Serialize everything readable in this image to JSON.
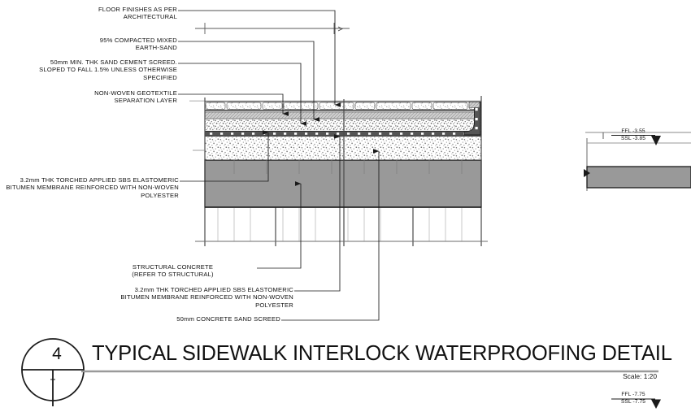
{
  "drawing": {
    "title": "TYPICAL SIDEWALK INTERLOCK WATERPROOFING DETAIL",
    "detail_number": "4",
    "scale": "Scale: 1:20"
  },
  "annotations_top_left": [
    {
      "id": "floor-finishes",
      "text": "FLOOR FINISHES AS PER\nARCHITECTURAL"
    },
    {
      "id": "compacted-fill",
      "text": "95% COMPACTED MIXED\nEARTH-SAND"
    },
    {
      "id": "sand-cement-screed",
      "text": "50mm MIN. THK SAND CEMENT SCREED.\nSLOPED TO FALL 1.5% UNLESS OTHERWISE\nSPECIFIED"
    },
    {
      "id": "geotextile",
      "text": "NON-WOVEN GEOTEXTILE\nSEPARATION LAYER"
    },
    {
      "id": "membrane-upper",
      "text": "3.2mm THK TORCHED APPLIED SBS ELASTOMERIC\nBITUMEN MEMBRANE REINFORCED WITH NON-WOVEN\nPOLYESTER"
    }
  ],
  "annotations_bottom": [
    {
      "id": "structural-concrete",
      "text": "STRUCTURAL CONCRETE\n(REFER TO STRUCTURAL)"
    },
    {
      "id": "membrane-lower",
      "text": "3.2mm THK TORCHED APPLIED SBS ELASTOMERIC\nBITUMEN MEMBRANE REINFORCED WITH NON-WOVEN\nPOLYESTER"
    },
    {
      "id": "sand-screed",
      "text": "50mm CONCRETE SAND SCREED"
    }
  ],
  "levels": [
    {
      "id": "level-upper",
      "ffl": "FFL -3.55",
      "ssl": "SSL -3.85"
    },
    {
      "id": "level-lower",
      "ffl": "FFL -7.75",
      "ssl": "SSL -7.75"
    }
  ],
  "colors": {
    "line": "#1a1a1a",
    "thin_line": "#808080",
    "concrete_gray": "#999999",
    "membrane_dark": "#4d4d4d",
    "geotextile_gray": "#a8a8a8",
    "paper": "#ffffff"
  }
}
